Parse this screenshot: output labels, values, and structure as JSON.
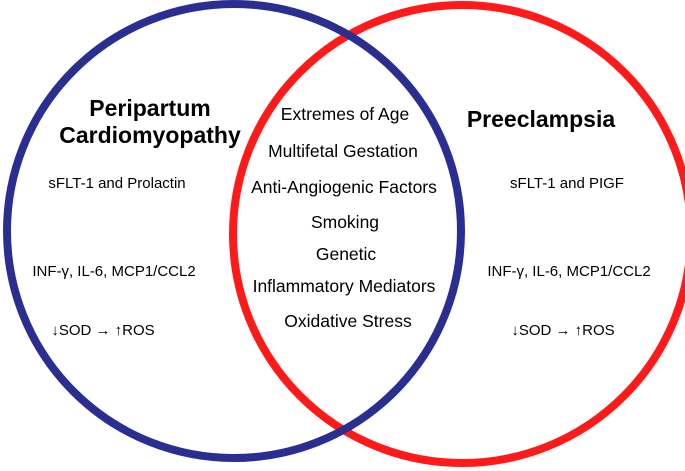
{
  "diagram": {
    "type": "venn",
    "colors": {
      "left_circle": "#2a2e91",
      "right_circle": "#ff1a1a"
    },
    "left": {
      "title_line1": "Peripartum",
      "title_line2": "Cardiomyopathy",
      "items": [
        "sFLT-1 and Prolactin",
        "INF-γ, IL-6, MCP1/CCL2",
        "↓SOD → ↑ROS"
      ]
    },
    "right": {
      "title": "Preeclampsia",
      "items": [
        "sFLT-1 and PIGF",
        "INF-γ, IL-6, MCP1/CCL2",
        "↓SOD → ↑ROS"
      ]
    },
    "overlap": {
      "items": [
        "Extremes of Age",
        "Multifetal Gestation",
        "Anti-Angiogenic Factors",
        "Smoking",
        "Genetic",
        "Inflammatory Mediators",
        "Oxidative Stress"
      ]
    }
  }
}
